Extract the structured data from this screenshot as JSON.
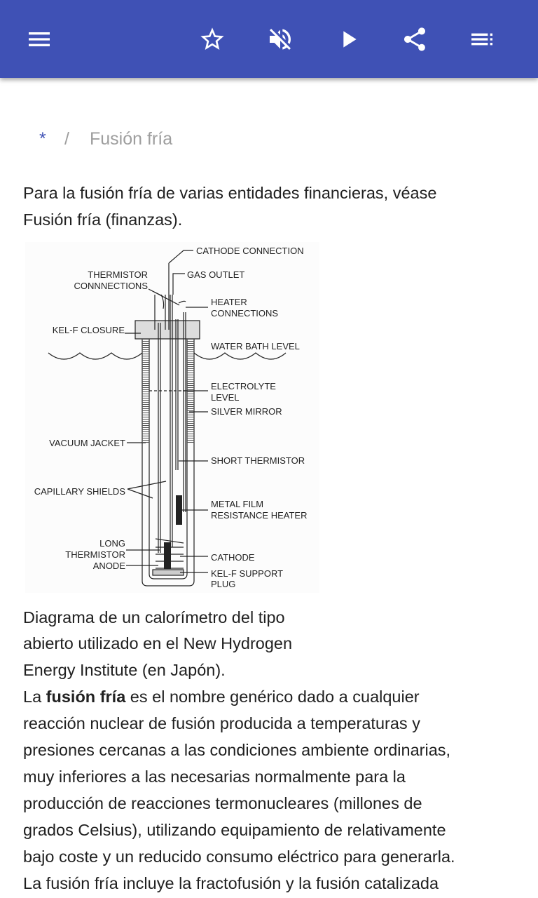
{
  "toolbar": {
    "icons": [
      "menu-icon",
      "star-icon",
      "volume-off-icon",
      "play-icon",
      "share-icon",
      "playlist-icon"
    ],
    "color": "#3F51B5"
  },
  "breadcrumb": {
    "home": "*",
    "separator": "/",
    "current": "Fusión fría"
  },
  "intro": {
    "line1": "Para la fusión fría de varias entidades financieras, véase",
    "line2": "Fusión fría (finanzas)."
  },
  "figure": {
    "labels": {
      "cathode_connection": "CATHODE CONNECTION",
      "thermistor_connections_1": "THERMISTOR",
      "thermistor_connections_2": "CONNNECTIONS",
      "gas_outlet": "GAS OUTLET",
      "heater_connections_1": "HEATER",
      "heater_connections_2": "CONNECTIONS",
      "kelf_closure": "KEL-F CLOSURE",
      "water_bath_level": "WATER BATH LEVEL",
      "electrolyte_level_1": "ELECTROLYTE",
      "electrolyte_level_2": "LEVEL",
      "silver_mirror": "SILVER MIRROR",
      "vacuum_jacket": "VACUUM JACKET",
      "short_thermistor": "SHORT THERMISTOR",
      "capillary_shields": "CAPILLARY SHIELDS",
      "metal_film_1": "METAL FILM",
      "metal_film_2": "RESISTANCE HEATER",
      "long_thermistor_1": "LONG",
      "long_thermistor_2": "THERMISTOR",
      "anode": "ANODE",
      "cathode": "CATHODE",
      "support_plug_1": "KEL-F SUPPORT",
      "support_plug_2": "PLUG"
    },
    "caption": [
      "Diagrama de un calorímetro del tipo",
      "abierto utilizado en el New Hydrogen",
      "Energy Institute (en Japón)."
    ]
  },
  "body": {
    "first_prefix": "La ",
    "first_bold": "fusión fría",
    "first_suffix": " es el nombre genérico dado a cualquier",
    "lines": [
      "reacción nuclear de fusión producida a temperaturas y",
      "presiones cercanas a las condiciones ambiente ordinarias,",
      "muy inferiores a las necesarias normalmente para la",
      "producción de reacciones termonucleares (millones de",
      "grados Celsius), utilizando equipamiento de relativamente",
      "bajo coste y un reducido consumo eléctrico para generarla.",
      "La fusión fría incluye la fractofusión y la fusión catalizada"
    ]
  }
}
